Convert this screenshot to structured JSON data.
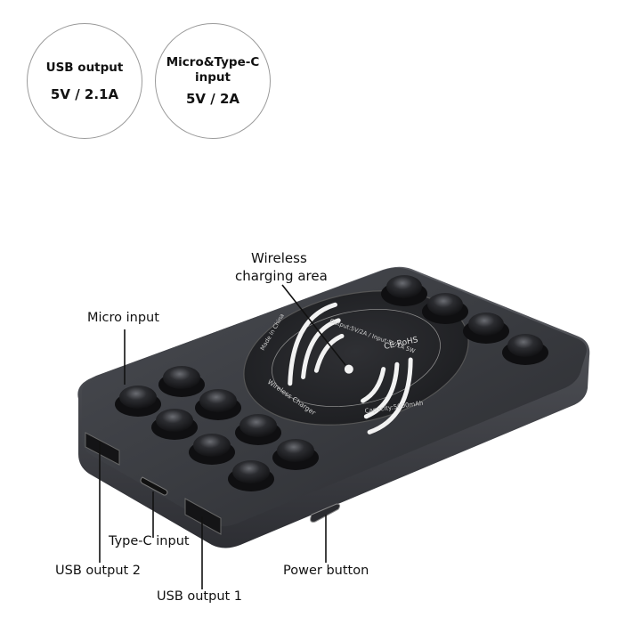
{
  "specs": {
    "usb_output": {
      "title": "USB output",
      "value": "5V / 2.1A"
    },
    "micro_typec_input": {
      "title": "Micro&Type-C\ninput",
      "value": "5V / 2A"
    }
  },
  "labels": {
    "wireless_line1": "Wireless",
    "wireless_line2": "charging area",
    "micro_input": "Micro input",
    "typec_input": "Type-C input",
    "usb_output_2": "USB output 2",
    "usb_output_1": "USB output 1",
    "power_button": "Power button"
  },
  "pad_text": {
    "inner_top": "Output:5V/2A / Input:5V/1A 5W",
    "inner_left": "Made in China",
    "inner_bottom": "Wireless Charger",
    "outer_bottom": "Capacity:5000mAh",
    "logos": "CE RoHS"
  },
  "colors": {
    "body": "#3b3d42",
    "body_dark": "#1f2024",
    "pad": "#2a2b2f",
    "suction": "#1a1b1e"
  }
}
